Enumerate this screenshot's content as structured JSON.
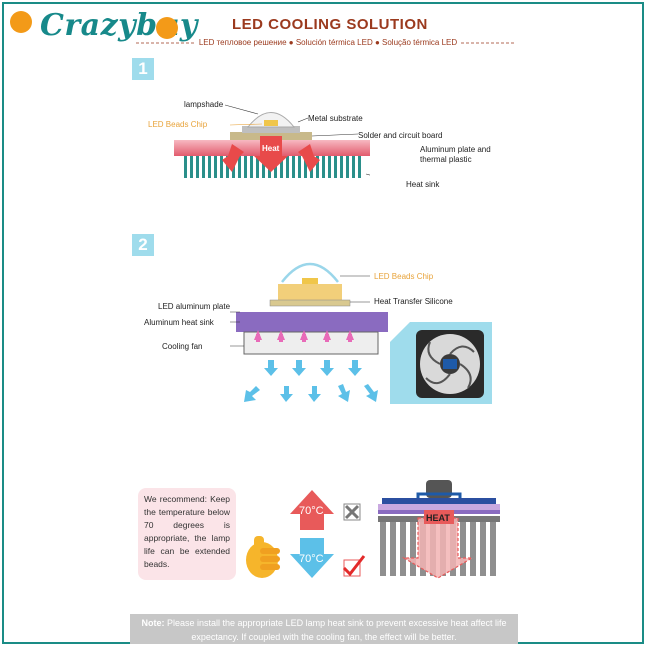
{
  "header": {
    "brand": "Crazybuy",
    "title": "LED COOLING SOLUTION",
    "subtitle": "LED тепловое решение ● Solución térmica LED ● Solução térmica LED"
  },
  "section1": {
    "number": "1",
    "lampshade": "lampshade",
    "led_beads_chip": "LED Beads Chip",
    "metal_substrate": "Metal substrate",
    "solder_board": "Solder and circuit board",
    "aluminum_plate_1": "Aluminum plate and",
    "aluminum_plate_2": "thermal plastic",
    "heat_sink": "Heat sink",
    "heat": "Heat"
  },
  "section2": {
    "number": "2",
    "led_beads_chip": "LED Beads Chip",
    "heat_transfer": "Heat Transfer Silicone",
    "led_aluminum_plate": "LED aluminum plate",
    "aluminum_heat_sink": "Aluminum heat sink",
    "cooling_fan": "Cooling fan"
  },
  "section3": {
    "recommend": "We recommend: Keep the temperature below 70 degrees is appropriate, the lamp life can be extended beads.",
    "temp_high": "70°C",
    "temp_low": "70°C",
    "heat": "HEAT"
  },
  "note": {
    "label": "Note:",
    "text": " Please install the appropriate LED lamp heat sink to prevent excessive heat affect life expectancy. If coupled with the cooling fan, the effect will be better."
  },
  "colors": {
    "brand": "#17898a",
    "accent_orange": "#f39a18",
    "title": "#9b3a1e",
    "heat_red": "#e84a4a",
    "cool_blue": "#2ea7d8",
    "fin_teal": "#2a8f8a",
    "purple": "#6c3fa0"
  }
}
